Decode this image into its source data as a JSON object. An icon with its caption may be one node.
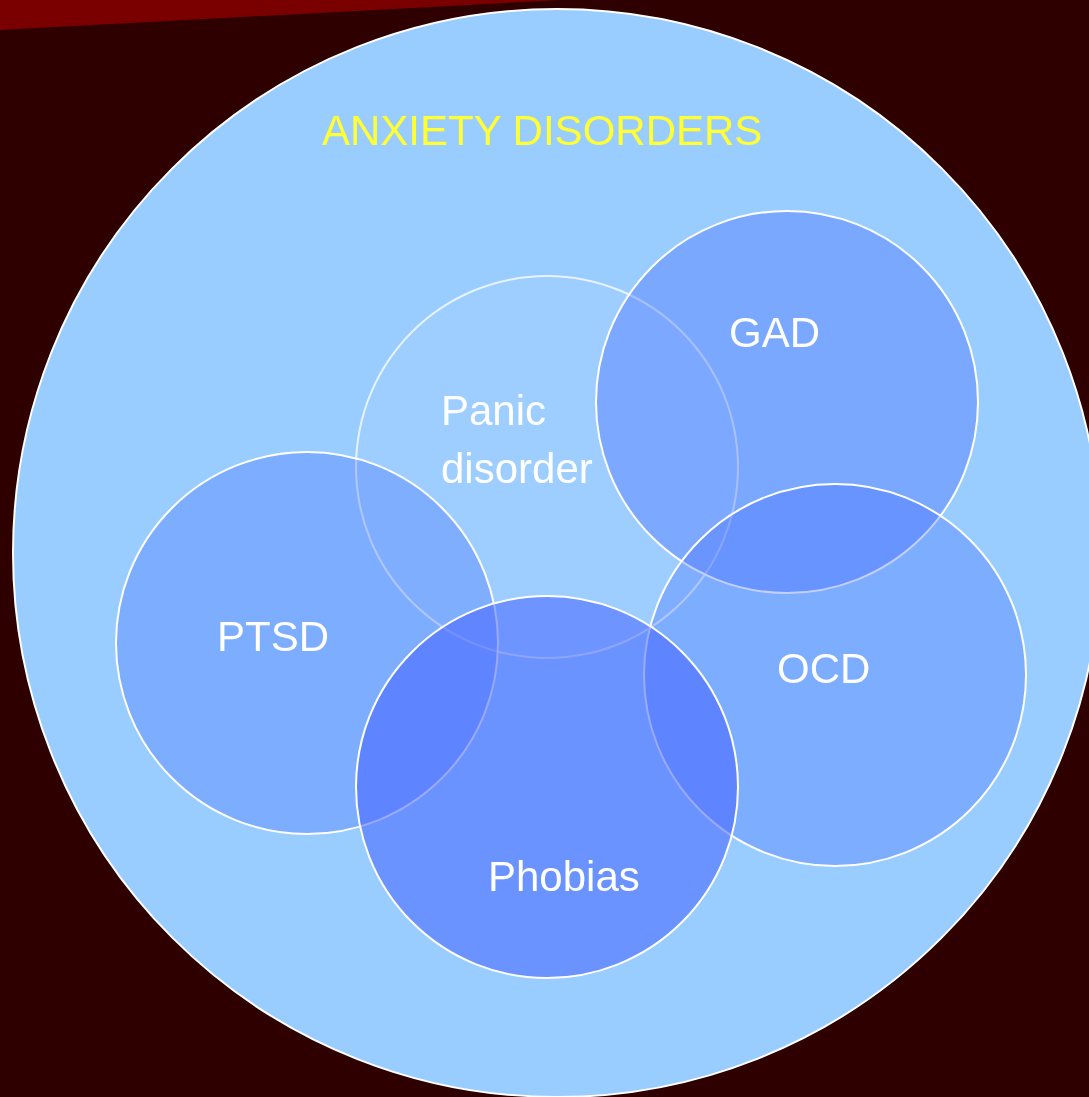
{
  "diagram": {
    "nodes": [
      {
        "text": [
          "ANXIETY DISORDERS"
        ]
      },
      {
        "text": [
          "Panic disorder"
        ],
        "in": 0
      },
      {
        "text": [
          "GAD"
        ],
        "in": 0
      },
      {
        "text": [
          "PTSD"
        ],
        "in": 0
      },
      {
        "text": [
          "OCD"
        ],
        "in": 0
      },
      {
        "text": [
          "Phobias"
        ],
        "in": 0
      }
    ]
  }
}
